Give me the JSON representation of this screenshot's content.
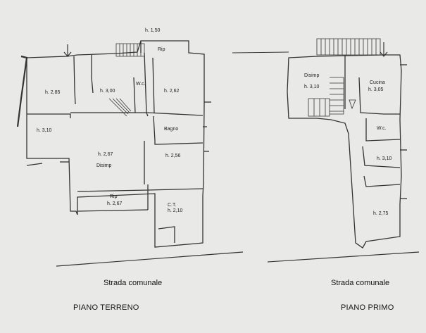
{
  "ground_floor": {
    "title": "PIANO TERRENO",
    "street": "Strada comunale",
    "rooms": [
      {
        "name": "",
        "height": "h. 2,85"
      },
      {
        "name": "",
        "height": "h. 3,10"
      },
      {
        "name": "",
        "height": "h. 3,00"
      },
      {
        "name": "W.c.",
        "height": ""
      },
      {
        "name": "",
        "height": "h. 2,62"
      },
      {
        "name": "Bagno",
        "height": ""
      },
      {
        "name": "",
        "height": "h. 2,56"
      },
      {
        "name": "Disimp",
        "height": "h. 2,67"
      },
      {
        "name": "Rip",
        "height": "h. 2,67"
      },
      {
        "name": "C.T.",
        "height": "h. 2,10"
      },
      {
        "name": "Rip",
        "height": "h. 1,50"
      }
    ]
  },
  "first_floor": {
    "title": "PIANO PRIMO",
    "street": "Strada comunale",
    "rooms": [
      {
        "name": "Disimp",
        "height": "h. 3,10"
      },
      {
        "name": "Cucina",
        "height": "h. 3,05"
      },
      {
        "name": "W.c.",
        "height": ""
      },
      {
        "name": "",
        "height": "h. 3,10"
      },
      {
        "name": "",
        "height": "h. 2,75"
      }
    ]
  }
}
